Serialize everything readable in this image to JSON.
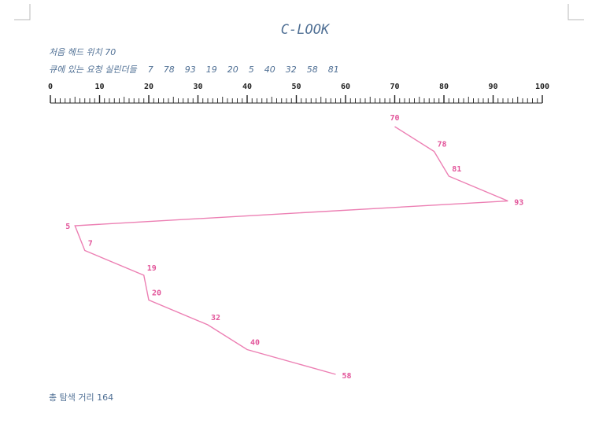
{
  "title": "C-LOOK",
  "initial_head_label": "처음 헤드 위치",
  "initial_head_value": "70",
  "queue_label": "큐에 있는 요청 실린더들",
  "queue_values": [
    "7",
    "78",
    "93",
    "19",
    "20",
    "5",
    "40",
    "32",
    "58",
    "81"
  ],
  "total_label": "총 탐색 거리",
  "total_value": "164",
  "colors": {
    "path": "#ec7fb3",
    "point_label": "#e2559a",
    "text": "#4f6f94",
    "scale": "#222222"
  },
  "chart_data": {
    "type": "line",
    "xlim": [
      0,
      100
    ],
    "tick_labels": [
      "0",
      "10",
      "20",
      "30",
      "40",
      "50",
      "60",
      "70",
      "80",
      "90",
      "100"
    ],
    "sequence": [
      70,
      78,
      81,
      93,
      5,
      7,
      19,
      20,
      32,
      40,
      58
    ]
  }
}
